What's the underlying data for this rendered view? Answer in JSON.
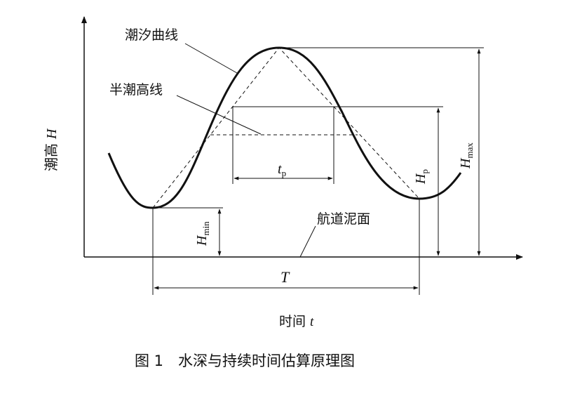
{
  "labels": {
    "tide_curve": "潮汐曲线",
    "half_tide_line": "半潮高线",
    "channel_bed": "航道泥面",
    "y_axis_prefix": "潮高",
    "y_axis_var": "H",
    "x_axis_prefix": "时间",
    "x_axis_var": "t",
    "t_p_main": "t",
    "t_p_sub": "p",
    "h_p_main": "H",
    "h_p_sub": "p",
    "h_min_main": "H",
    "h_min_sub": "min",
    "h_max_main": "H",
    "h_max_sub": "max",
    "period": "T"
  },
  "caption": "图 1　水深与持续时间估算原理图",
  "colors": {
    "ink": "#111111",
    "background": "#ffffff"
  }
}
